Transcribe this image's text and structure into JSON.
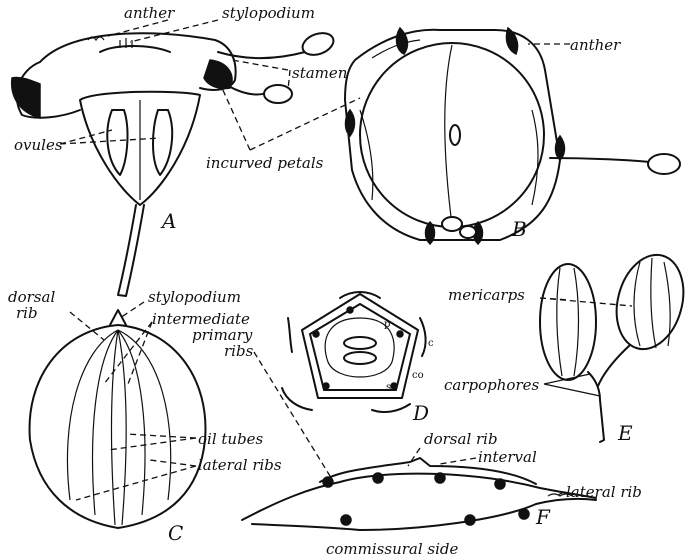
{
  "labels": {
    "anther_a": "anther",
    "stylopodium_a": "stylopodium",
    "stamen": "stamen",
    "ovules": "ovules",
    "incurved_petals": "incurved petals",
    "anther_b": "anther",
    "dorsal_rib_c": "dorsal",
    "dorsal_rib_c2": "rib",
    "stylopodium_c": "stylopodium",
    "intermediate": "intermediate",
    "primary": "primary",
    "ribs": "ribs",
    "oil_tubes": "oil tubes",
    "lateral_ribs": "lateral ribs",
    "mericarps": "mericarps",
    "carpophores": "carpophores",
    "dorsal_rib_f": "dorsal rib",
    "interval": "interval",
    "lateral_rib": "lateral rib",
    "commissural_side": "commissural side",
    "d_p": "p",
    "d_c": "c",
    "d_co": "co",
    "d_s": "s"
  },
  "panels": {
    "a": "A",
    "b": "B",
    "c": "C",
    "d": "D",
    "e": "E",
    "f": "F"
  }
}
